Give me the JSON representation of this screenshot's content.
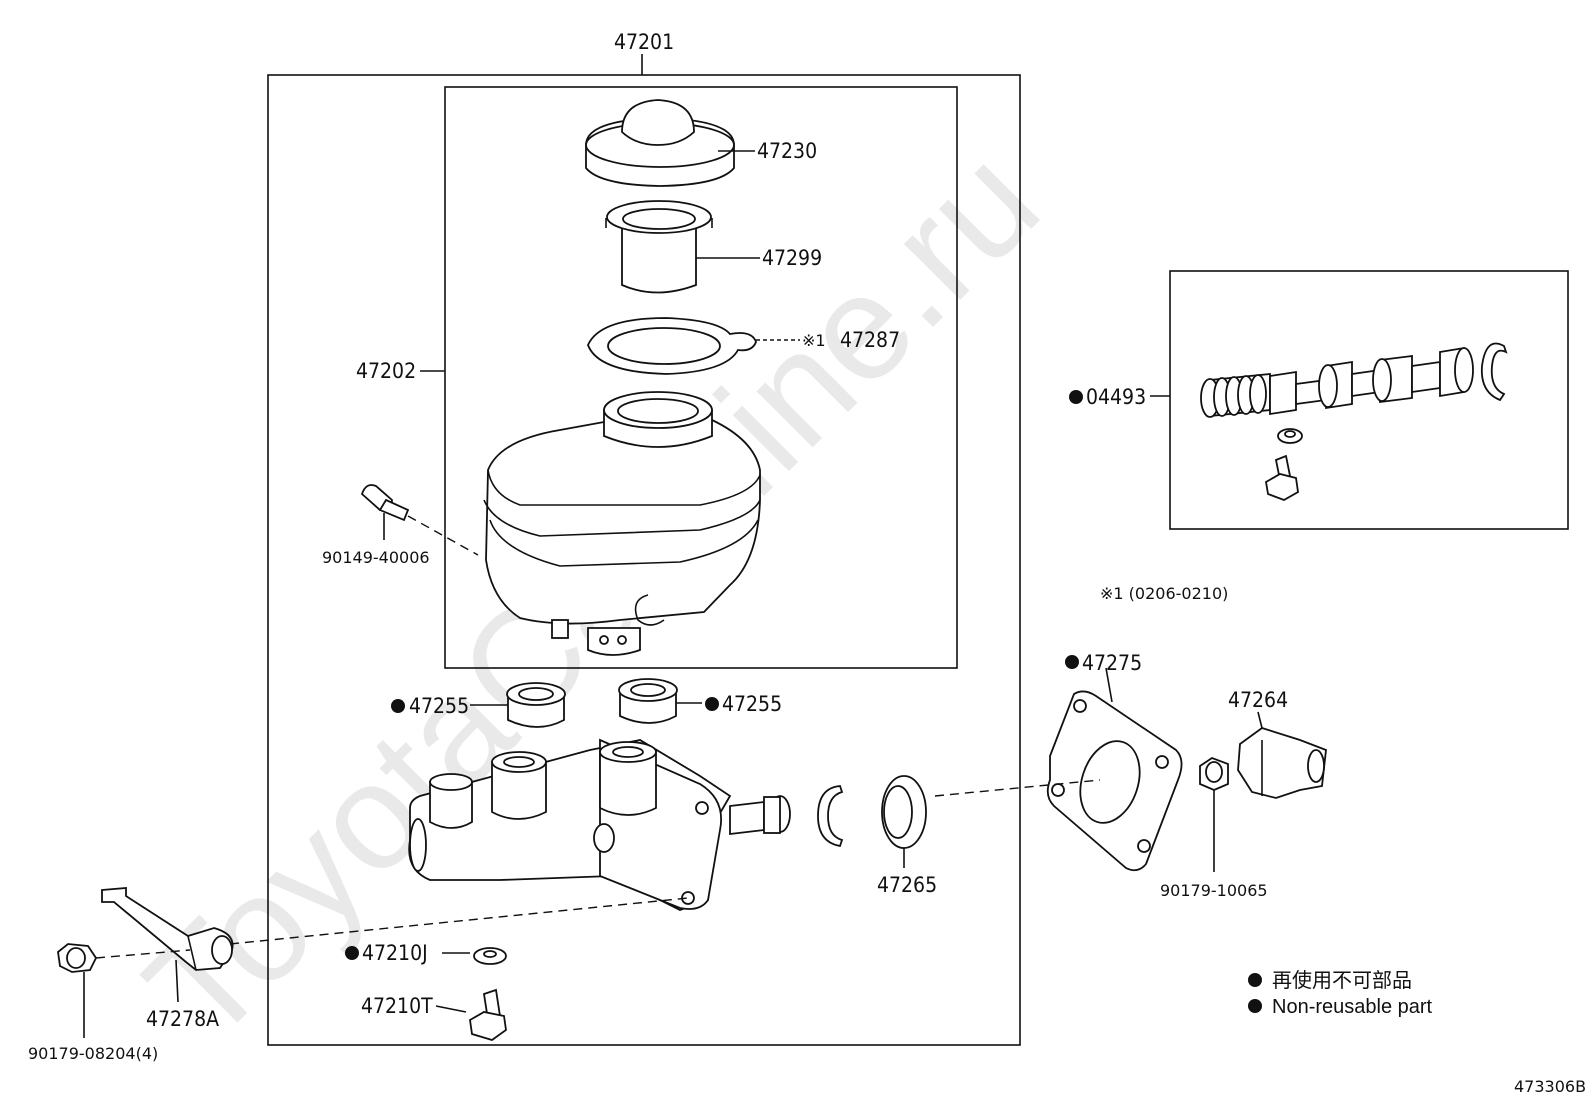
{
  "watermark": "ToyotaCarMine.ru",
  "labels": {
    "assembly": "47201",
    "reservoir_assy": "47202",
    "cap": "47230",
    "strainer": "47299",
    "gasket_note": "※1",
    "gasket": "47287",
    "screw": "90149-40006",
    "grommet_left": "47255",
    "grommet_right": "47255",
    "snap_ring_note": "",
    "boot": "47265",
    "gasket_plate": "47275",
    "bracket": "47264",
    "nut_right": "90179-10065",
    "washer": "47210J",
    "bolt": "47210T",
    "stay": "47278A",
    "nut_left": "90179-08204(4)",
    "kit": "04493",
    "footnote": "※1 (0206-0210)",
    "diagram_id": "473306B"
  },
  "legend": {
    "line_jp": "再使用不可部品",
    "line_en": "Non-reusable part"
  },
  "colors": {
    "line": "#111111",
    "watermark": "#e9e9e9"
  }
}
